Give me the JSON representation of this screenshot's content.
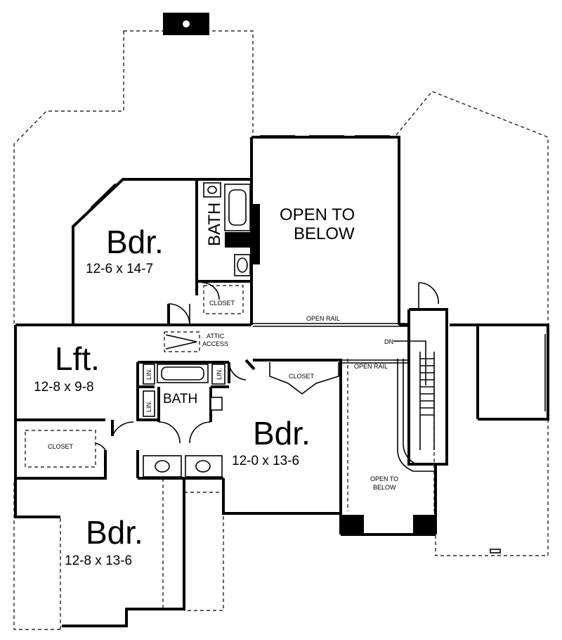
{
  "rooms": {
    "bedroom_top": {
      "name": "Bdr.",
      "size": "12-6 x 14-7"
    },
    "loft": {
      "name": "Lft.",
      "size": "12-8 x 9-8"
    },
    "bedroom_right": {
      "name": "Bdr.",
      "size": "12-0 x 13-6"
    },
    "bedroom_bottom": {
      "name": "Bdr.",
      "size": "12-8 x 13-6"
    }
  },
  "labels": {
    "open_to_below_1": "OPEN TO",
    "open_to_below_2": "BELOW",
    "open_to_below_small_1": "OPEN TO",
    "open_to_below_small_2": "BELOW",
    "bath_top": "BATH",
    "bath_center": "BATH",
    "closet_top": "CLOSET",
    "closet_right": "CLOSET",
    "closet_left": "CLOSET",
    "open_rail_top": "OPEN RAIL",
    "open_rail_right": "OPEN RAIL",
    "attic_1": "ATTIC",
    "attic_2": "ACCESS",
    "down": "DN",
    "lin_1": "LIN.",
    "lin_2": "LIN.",
    "lin_3": "LIN."
  }
}
